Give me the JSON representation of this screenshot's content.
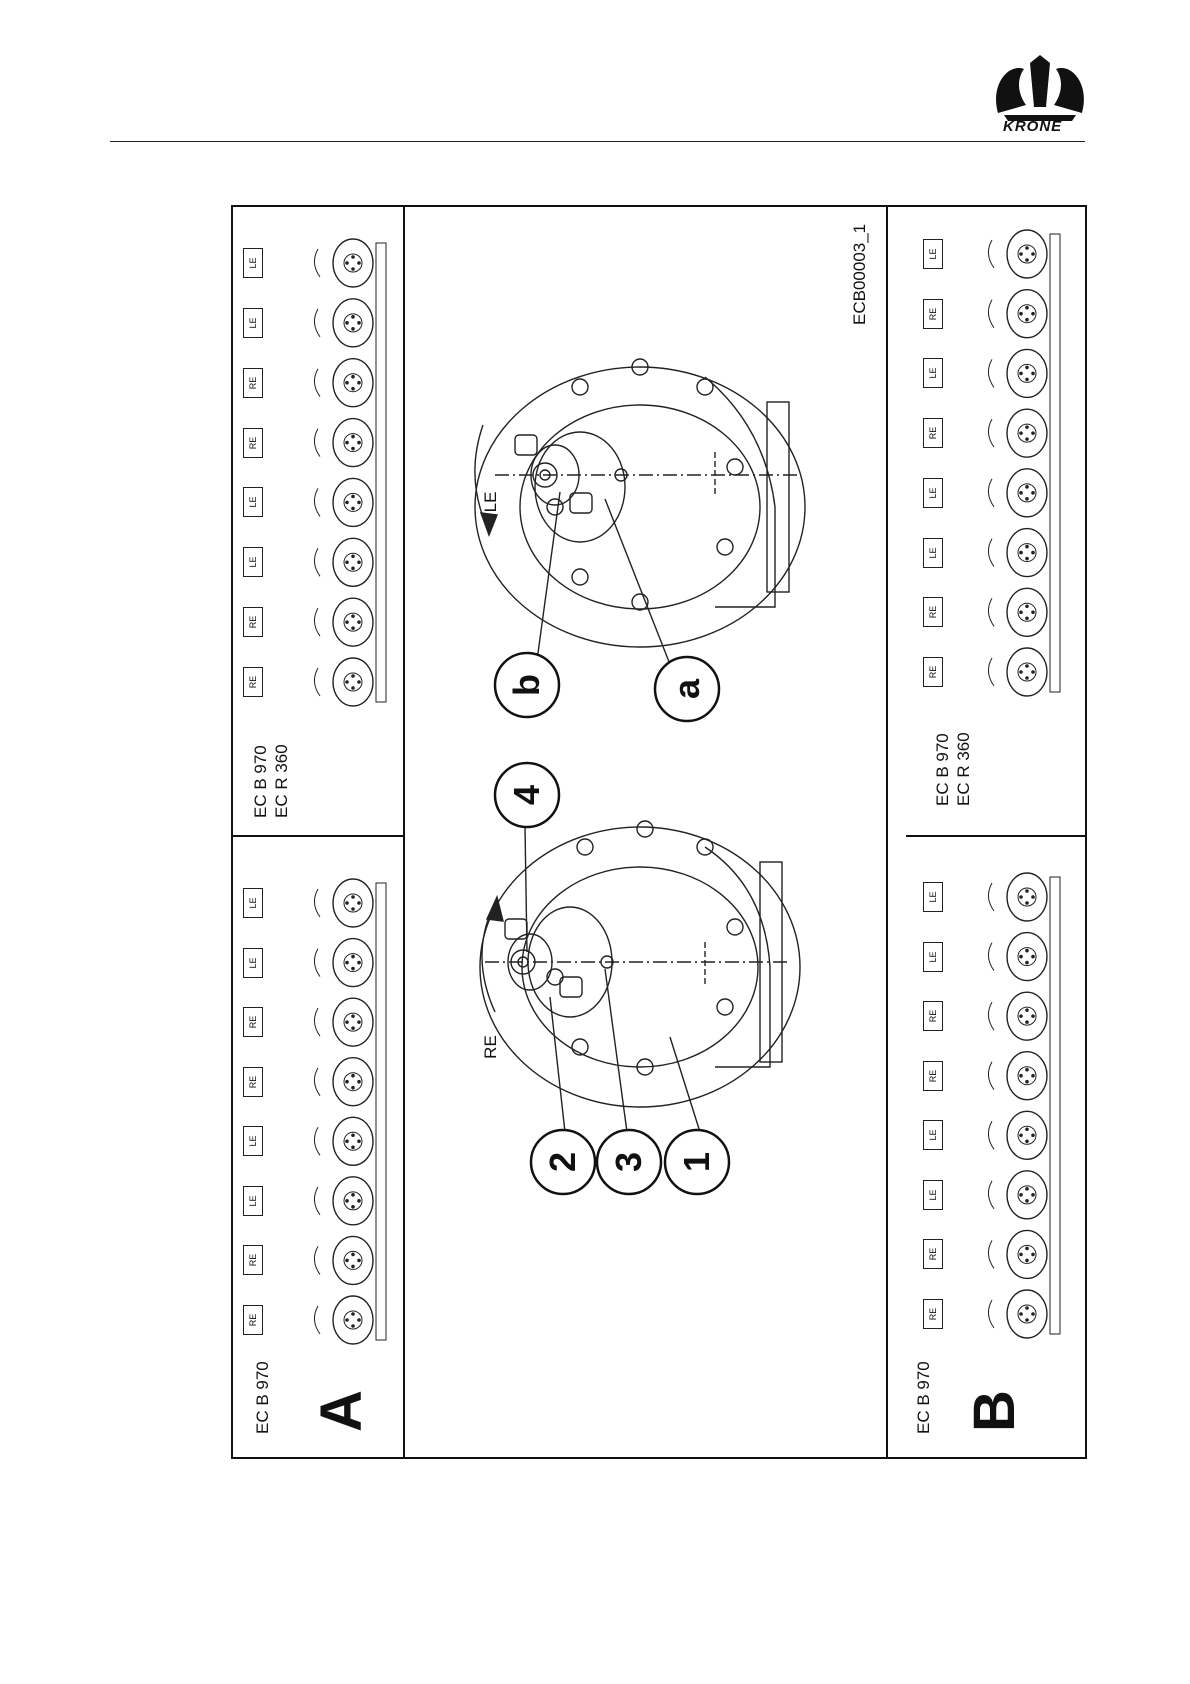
{
  "brand": {
    "name": "KRONE"
  },
  "figure": {
    "id": "ECB00003_1",
    "panel_a": {
      "letter": "A",
      "left_model": "EC B 970",
      "right_models": [
        "EC B 970",
        "EC R 360"
      ],
      "left_discs": [
        "RE",
        "RE",
        "LE",
        "LE",
        "RE",
        "RE",
        "LE",
        "LE"
      ],
      "right_discs": [
        "RE",
        "RE",
        "LE",
        "LE",
        "RE",
        "RE",
        "LE",
        "LE"
      ]
    },
    "panel_b": {
      "letter": "B",
      "left_model": "EC B 970",
      "right_models": [
        "EC B 970",
        "EC R 360"
      ],
      "left_discs": [
        "RE",
        "RE",
        "LE",
        "LE",
        "RE",
        "RE",
        "LE",
        "LE"
      ],
      "right_discs": [
        "RE",
        "RE",
        "LE",
        "LE",
        "RE",
        "LE",
        "RE",
        "LE"
      ]
    },
    "detail": {
      "re_label": "RE",
      "le_label": "LE",
      "callouts": {
        "c1": "1",
        "c2": "2",
        "c3": "3",
        "c4": "4",
        "ca": "a",
        "cb": "b"
      }
    }
  }
}
